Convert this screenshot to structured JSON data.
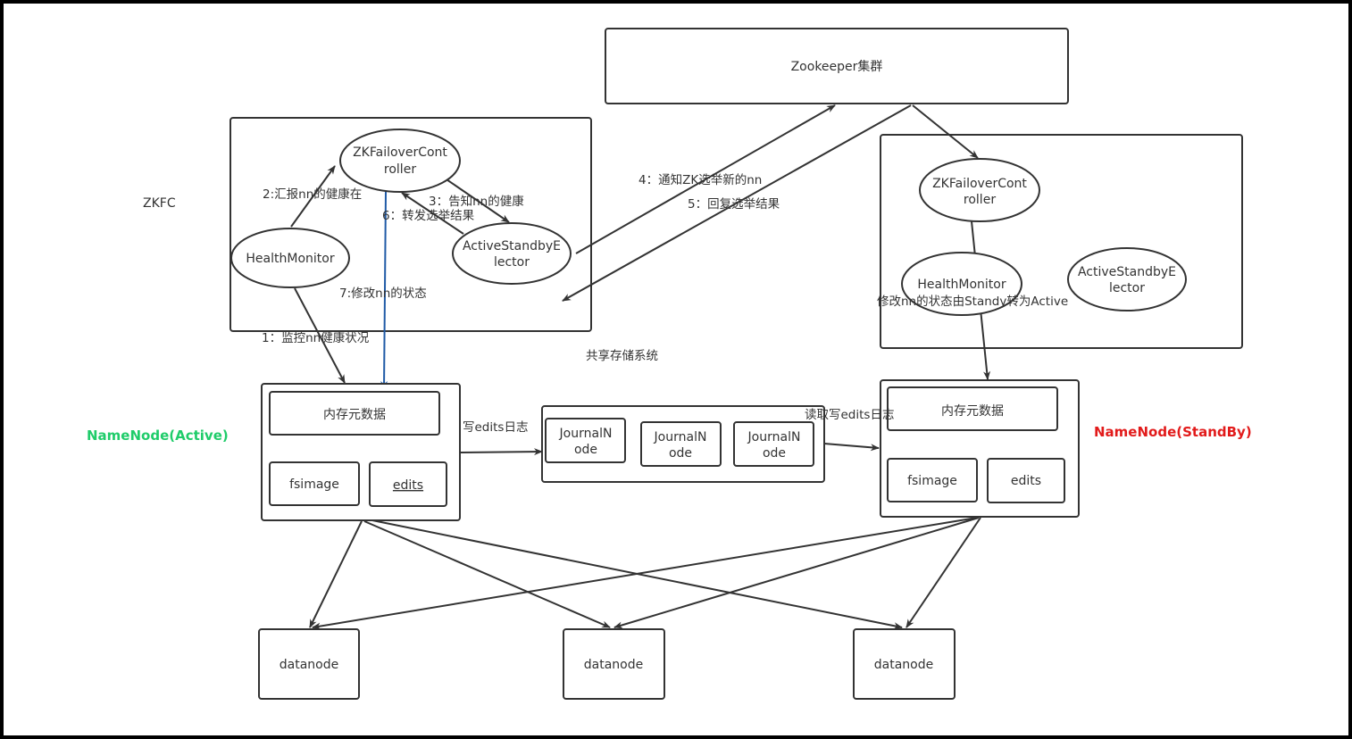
{
  "colors": {
    "frame": "#000000",
    "stroke": "#333333",
    "blue_edge": "#1f5aa6",
    "namenode_active": "#1fcc6a",
    "namenode_standby": "#e21b1b"
  },
  "labels": {
    "zkfc": "ZKFC",
    "zookeeper": "Zookeeper集群",
    "shared_storage": "共享存储系统",
    "namenode_active": "NameNode(Active)",
    "namenode_standby": "NameNode(StandBy)"
  },
  "left_zkfc": {
    "controller": [
      "ZKFailoverCont",
      "roller"
    ],
    "health_monitor": "HealthMonitor",
    "elector": [
      "ActiveStandbyE",
      "lector"
    ]
  },
  "right_zkfc": {
    "controller": [
      "ZKFailoverCont",
      "roller"
    ],
    "health_monitor": "HealthMonitor",
    "elector": [
      "ActiveStandbyE",
      "lector"
    ],
    "state_change": "修改nn的状态由Standy转为Active"
  },
  "active_namenode": {
    "memory": "内存元数据",
    "fsimage": "fsimage",
    "edits": "edits"
  },
  "standby_namenode": {
    "memory": "内存元数据",
    "fsimage": "fsimage",
    "edits": "edits"
  },
  "journal_nodes": [
    [
      "JournalN",
      "ode"
    ],
    [
      "JournalN",
      "ode"
    ],
    [
      "JournalN",
      "ode"
    ]
  ],
  "datanodes": [
    "datanode",
    "datanode",
    "datanode"
  ],
  "edge_labels": {
    "step1": "1：监控nn健康状况",
    "step2": "2:汇报nn的健康在",
    "step3": "3：告知nn的健康",
    "step4": "4：通知ZK选举新的nn",
    "step5": "5：回复选举结果",
    "step6": "6：转发选举结果",
    "step7": "7:修改nn的状态",
    "write_edits": "写edits日志",
    "read_edits": "读取写edits日志"
  }
}
